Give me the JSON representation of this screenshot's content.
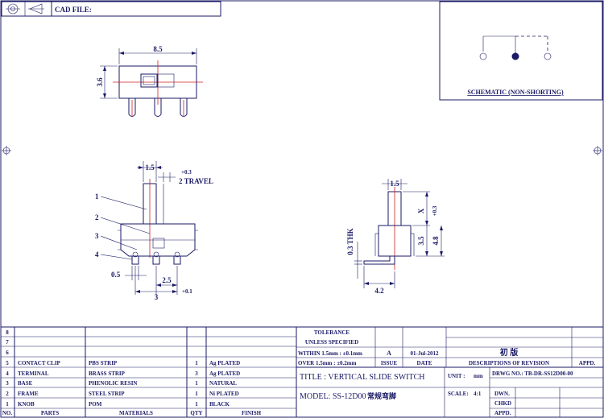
{
  "header": {
    "cad_label": "CAD FILE:"
  },
  "schematic": {
    "caption": "SCHEMATIC (NON-SHORTING)"
  },
  "dimensions": {
    "top_width": "8.5",
    "top_height": "3.6",
    "knob_width": "1.5",
    "travel_tol": "+0.3",
    "travel": "2 TRAVEL",
    "pin_width": "0.5",
    "pin_pitch": "2.5",
    "pin_span": "3",
    "pin_tol": "+0.1",
    "side_knob_width": "1.5",
    "x_label": "X",
    "x_tol": "+0.3",
    "thk": "0.3 THK",
    "body_height": "3.5",
    "total_height": "4.8",
    "side_width": "4.2"
  },
  "callouts": [
    "1",
    "2",
    "3",
    "4"
  ],
  "tolerance": {
    "title": "TOLERANCE",
    "subtitle": "UNLESS SPECIFIED",
    "within": "WITHIN 1.5mm : ±0.1mm",
    "over": "OVER 1.5mm : ±0.2mm"
  },
  "revision": {
    "rev": "A",
    "date": "01-Jul-2012",
    "desc": "初 版",
    "issue_label": "ISSUE",
    "date_label": "DATE",
    "desc_label": "DESCRIPTIONS OF REVISION",
    "appd_label": "APPD."
  },
  "title_block": {
    "title": "TITLE : VERTICAL SLIDE SWITCH",
    "model": "MODEL: SS-12D00",
    "model_note": "常规弯脚",
    "unit_label": "UNIT :",
    "unit_value": "mm",
    "scale_label": "SCALE:",
    "scale_value": "4:1",
    "drawing_no": "DRWG NO.: TB-DR-SS12D00-00",
    "dwn": "DWN.",
    "chkd": "CHKD",
    "appd": "APPD."
  },
  "bom": {
    "header": {
      "no": "NO.",
      "parts": "PARTS",
      "materials": "MATERIALS",
      "qty": "QTY",
      "finish": "FINISH"
    },
    "rows": [
      {
        "no": "8",
        "parts": "",
        "materials": "",
        "qty": "",
        "finish": ""
      },
      {
        "no": "7",
        "parts": "",
        "materials": "",
        "qty": "",
        "finish": ""
      },
      {
        "no": "6",
        "parts": "",
        "materials": "",
        "qty": "",
        "finish": ""
      },
      {
        "no": "5",
        "parts": "CONTACT CLIP",
        "materials": "PBS STRIP",
        "qty": "1",
        "finish": "Ag PLATED"
      },
      {
        "no": "4",
        "parts": "TERMINAL",
        "materials": "BRASS STRIP",
        "qty": "3",
        "finish": "Ag PLATED"
      },
      {
        "no": "3",
        "parts": "BASE",
        "materials": "PHENOLIC RESIN",
        "qty": "1",
        "finish": "NATURAL"
      },
      {
        "no": "2",
        "parts": "FRAME",
        "materials": "STEEL STRIP",
        "qty": "1",
        "finish": "Ni PLATED"
      },
      {
        "no": "1",
        "parts": "KNOB",
        "materials": "POM",
        "qty": "1",
        "finish": "BLACK"
      }
    ]
  }
}
